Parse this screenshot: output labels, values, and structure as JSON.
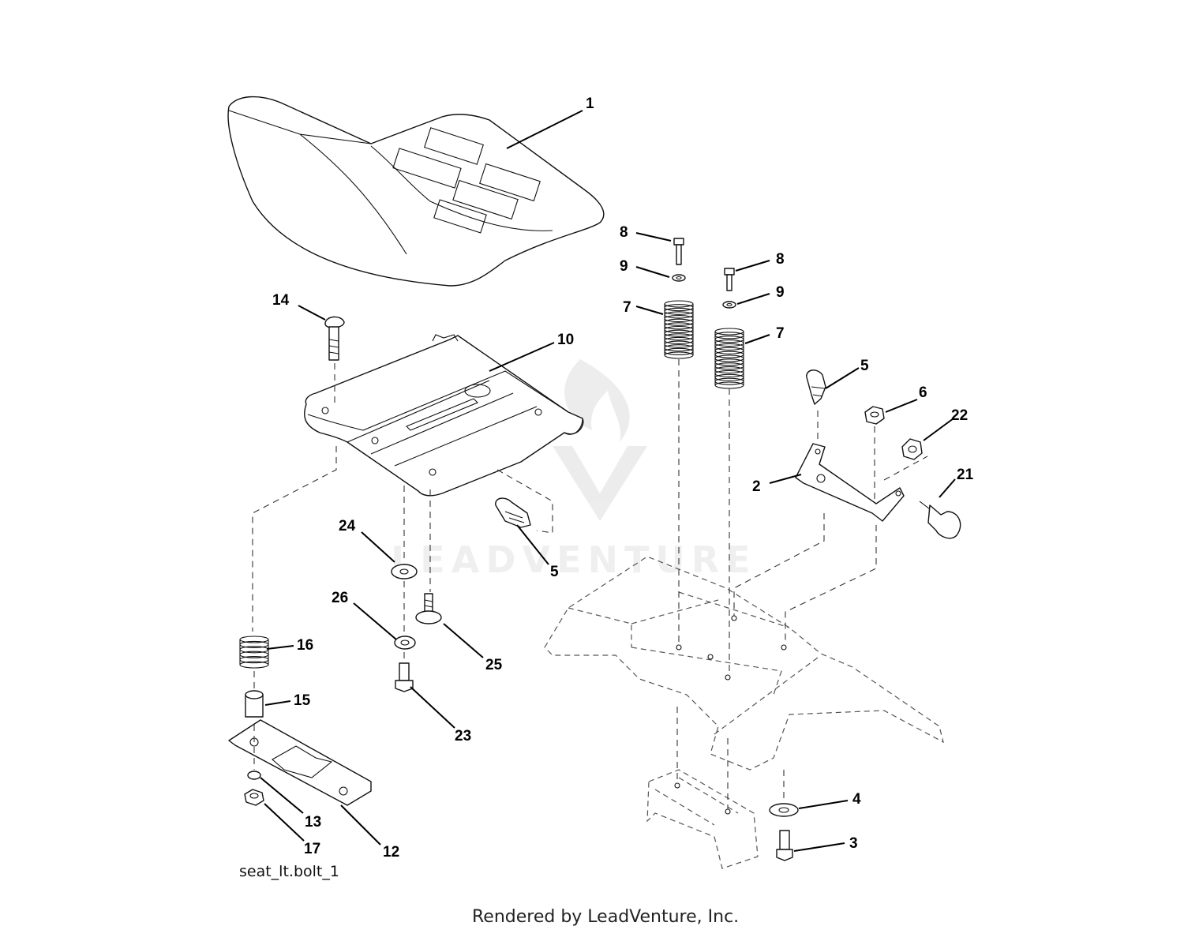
{
  "diagram_label": "seat_lt.bolt_1",
  "credit": "Rendered by LeadVenture, Inc.",
  "watermark": "LEADVENTURE",
  "callouts": [
    {
      "id": "c1",
      "label": "1"
    },
    {
      "id": "c8a",
      "label": "8"
    },
    {
      "id": "c9a",
      "label": "9"
    },
    {
      "id": "c7a",
      "label": "7"
    },
    {
      "id": "c8b",
      "label": "8"
    },
    {
      "id": "c9b",
      "label": "9"
    },
    {
      "id": "c7b",
      "label": "7"
    },
    {
      "id": "c14",
      "label": "14"
    },
    {
      "id": "c10",
      "label": "10"
    },
    {
      "id": "c5a",
      "label": "5"
    },
    {
      "id": "c6",
      "label": "6"
    },
    {
      "id": "c22",
      "label": "22"
    },
    {
      "id": "c2",
      "label": "2"
    },
    {
      "id": "c21",
      "label": "21"
    },
    {
      "id": "c24",
      "label": "24"
    },
    {
      "id": "c5b",
      "label": "5"
    },
    {
      "id": "c26",
      "label": "26"
    },
    {
      "id": "c25",
      "label": "25"
    },
    {
      "id": "c16",
      "label": "16"
    },
    {
      "id": "c15",
      "label": "15"
    },
    {
      "id": "c23",
      "label": "23"
    },
    {
      "id": "c13",
      "label": "13"
    },
    {
      "id": "c17",
      "label": "17"
    },
    {
      "id": "c12",
      "label": "12"
    },
    {
      "id": "c4",
      "label": "4"
    },
    {
      "id": "c3",
      "label": "3"
    }
  ]
}
